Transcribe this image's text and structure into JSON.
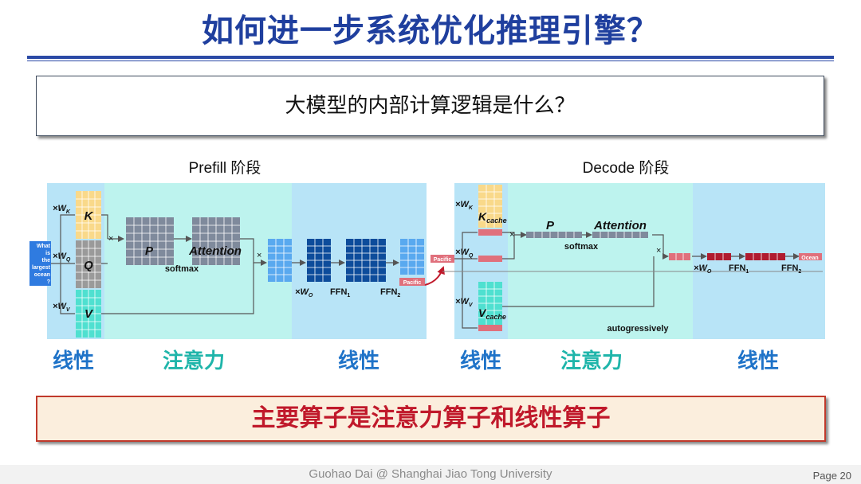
{
  "slide": {
    "title": "如何进一步系统优化推理引擎？",
    "question": "大模型的内部计算逻辑是什么？",
    "conclusion": "主要算子是注意力算子和线性算子",
    "footer": "Guohao Dai @ Shanghai Jiao Tong University",
    "page": "Page 20"
  },
  "prefill": {
    "title": "Prefill 阶段",
    "input_tokens": [
      "What",
      "is",
      "the",
      "largest",
      "ocean",
      "?"
    ],
    "k": "K",
    "q": "Q",
    "v": "V",
    "p": "P",
    "attention": "Attention",
    "softmax": "softmax",
    "output_token": "Pacific",
    "labels": {
      "linear1": "线性",
      "attention": "注意力",
      "linear2": "线性"
    }
  },
  "decode": {
    "title": "Decode 阶段",
    "input_token": "Pacific",
    "k": "K",
    "k_sub": "cache",
    "v": "V",
    "v_sub": "cache",
    "p": "P",
    "attention": "Attention",
    "softmax": "softmax",
    "autoregressive": "autogressively",
    "output_token": "Ocean",
    "labels": {
      "linear1": "线性",
      "attention": "注意力",
      "linear2": "线性"
    }
  },
  "symbols": {
    "times": "×",
    "w": "W",
    "sub_k": "K",
    "sub_q": "Q",
    "sub_v": "V",
    "sub_o": "O",
    "ffn": "FFN",
    "sub_1": "1",
    "sub_2": "2"
  },
  "colors": {
    "title_blue": "#1f3f9e",
    "linear_panel": "#b8e4f7",
    "attention_panel": "#bdf3ee",
    "label_blue": "#1f73c8",
    "label_teal": "#1fb5aa",
    "conclusion_red": "#c0192b",
    "k_color": "#f9d98a",
    "q_color": "#9a9a9a",
    "v_color": "#4fe0d0",
    "attn_grid": "#7f8a9c",
    "light_blue": "#59a9ef",
    "dark_blue": "#0d4c9b",
    "token_red": "#e0707c",
    "dark_red": "#b01c30"
  }
}
